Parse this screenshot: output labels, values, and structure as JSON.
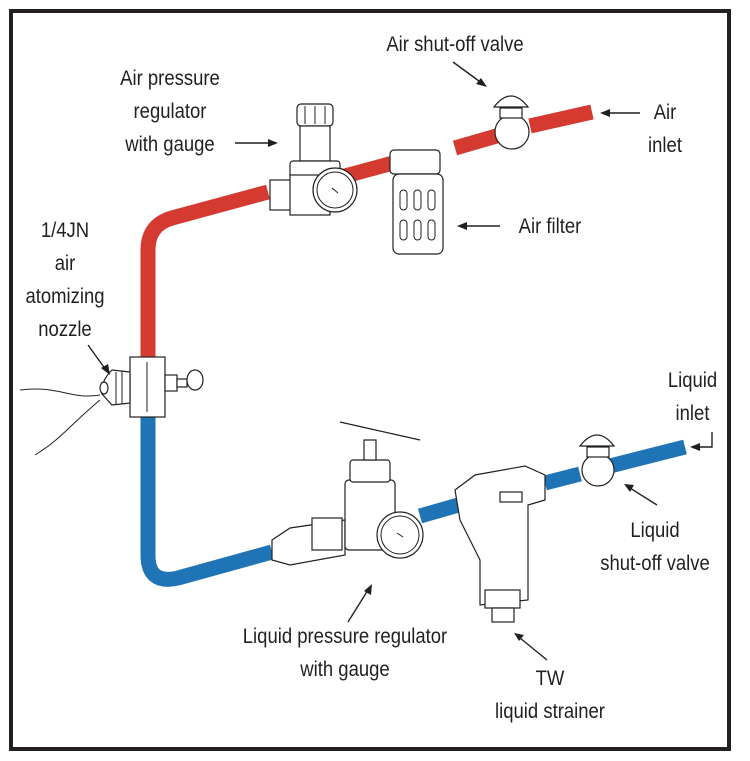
{
  "colors": {
    "air_line": "#d43a2f",
    "liquid_line": "#1f74b6",
    "outline": "#231f20",
    "frame": "#231f20",
    "background": "#ffffff"
  },
  "labels": {
    "air_shutoff_valve": [
      "Air shut-off valve"
    ],
    "air_pressure_regulator": [
      "Air pressure",
      "regulator",
      "with gauge"
    ],
    "air_inlet": [
      "Air",
      "inlet"
    ],
    "air_filter": [
      "Air filter"
    ],
    "nozzle": [
      "1/4JN",
      "air",
      "atomizing",
      "nozzle"
    ],
    "liquid_inlet": [
      "Liquid",
      "inlet"
    ],
    "liquid_shutoff_valve": [
      "Liquid",
      "shut-off valve"
    ],
    "liquid_pressure_regulator": [
      "Liquid pressure regulator",
      "with gauge"
    ],
    "liquid_strainer": [
      "TW",
      "liquid strainer"
    ]
  },
  "icons": {
    "air_regulator": "pressure-regulator-icon",
    "air_filter": "filter-icon",
    "air_valve": "shutoff-valve-icon",
    "nozzle": "spray-nozzle-icon",
    "liquid_regulator": "pressure-regulator-icon",
    "liquid_strainer": "strainer-icon",
    "liquid_valve": "shutoff-valve-icon"
  }
}
